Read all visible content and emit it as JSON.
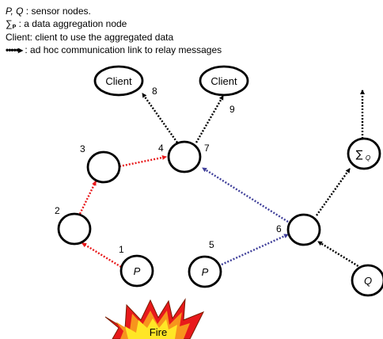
{
  "legend": {
    "line1_vars": "P, Q",
    "line1_text": " : sensor nodes.",
    "line2_sigma": "∑",
    "line2_sub": "P",
    "line2_text": " : a data aggregation node",
    "line3": "Client: client to use the aggregated data",
    "line4_glyph": "•••••▸",
    "line4_text": " : ad hoc communication link to relay messages"
  },
  "nodes": {
    "client_left": "Client",
    "client_right": "Client",
    "sensor_p1": "P",
    "sensor_p2": "P",
    "sensor_q": "Q",
    "sigma_symbol": "∑",
    "sigma_sub": "Q"
  },
  "step_labels": [
    "1",
    "2",
    "3",
    "4",
    "5",
    "6",
    "7",
    "8",
    "9"
  ],
  "fire_label": "Fire",
  "colors": {
    "red_link": "#e8191b",
    "blue_link": "#3f3f9a",
    "black_link": "#000000",
    "fire_red": "#e8191b",
    "fire_yellow": "#ffe626",
    "fire_orange": "#f7941d"
  }
}
